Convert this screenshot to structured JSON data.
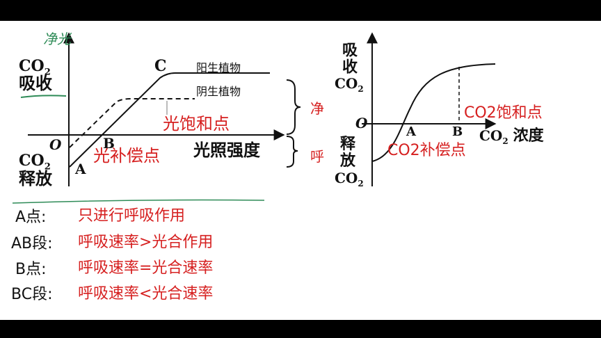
{
  "colors": {
    "annotation_red": "#d62020",
    "ink": "#111111",
    "handwriting_green": "#2e8b57",
    "background": "#ffffff"
  },
  "left_chart": {
    "handwritten_note": "净光",
    "y_top_label_co2": "CO",
    "y_top_label_sub": "2",
    "y_top_label_absorb": "吸收",
    "y_bottom_label_co2": "CO",
    "y_bottom_label_sub": "2",
    "y_bottom_label_release": "释放",
    "origin": "O",
    "point_a": "A",
    "point_b": "B",
    "point_c": "C",
    "x_axis_label": "光照强度",
    "curve_sun_plant": "阳生植物",
    "curve_shade_plant": "阴生植物",
    "annotation_saturation": "光饱和点",
    "annotation_compensation": "光补偿点",
    "brace_net": "净",
    "brace_respiration": "呼"
  },
  "right_chart": {
    "y_top_label_absorb": "吸收",
    "y_top_label_co2": "CO",
    "y_top_label_sub": "2",
    "origin": "O",
    "point_a": "A",
    "point_b": "B",
    "x_axis_co2": "CO",
    "x_axis_sub": "2",
    "x_axis_concentration": "浓度",
    "y_bottom_label_release_1": "释",
    "y_bottom_label_release_2": "放",
    "y_bottom_label_co2": "CO",
    "y_bottom_label_sub": "2",
    "annotation_saturation": "CO2饱和点",
    "annotation_compensation": "CO2补偿点"
  },
  "notes": [
    {
      "term": "A点:",
      "explanation": "只进行呼吸作用"
    },
    {
      "term": "AB段:",
      "explanation": "呼吸速率>光合作用"
    },
    {
      "term": "B点:",
      "explanation": "呼吸速率=光合速率"
    },
    {
      "term": "BC段:",
      "explanation": "呼吸速率<光合速率"
    }
  ]
}
